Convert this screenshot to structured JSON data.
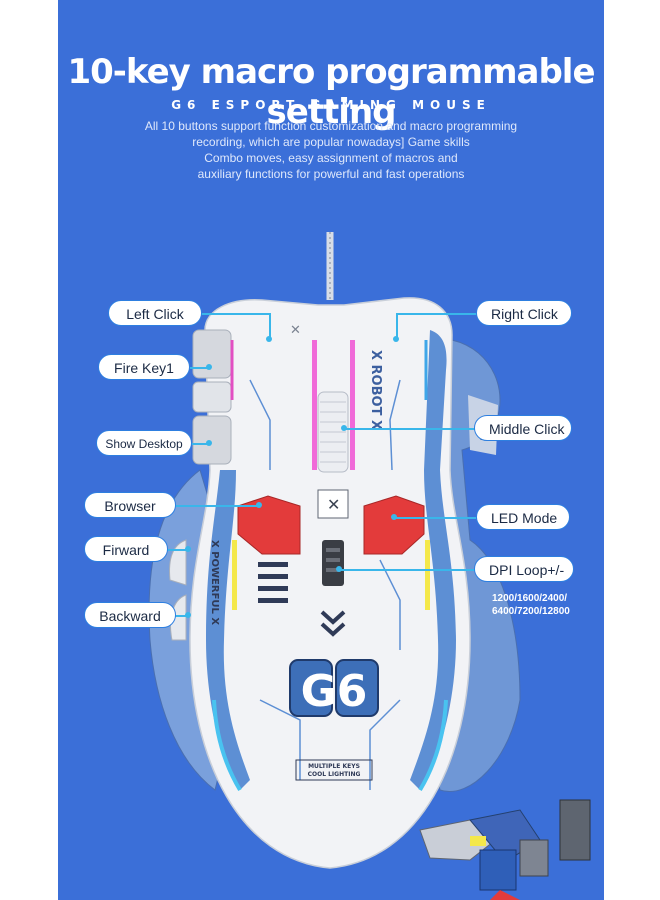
{
  "header": {
    "title": "10-key macro programmable setting",
    "subtitle": "G6 ESPORT GAMING MOUSE",
    "description_lines": [
      "All 10 buttons support function customization and macro programming",
      "recording, which are popular nowadays] Game skills",
      "Combo moves, easy assignment of macros and",
      "auxiliary functions for powerful and fast operations"
    ]
  },
  "callouts": {
    "left_click": "Left Click",
    "fire_key": "Fire Key1",
    "show_desktop": "Show Desktop",
    "browser": "Browser",
    "forward": "Firward",
    "backward": "Backward",
    "right_click": "Right Click",
    "middle_click": "Middle Click",
    "led_mode": "LED Mode",
    "dpi_loop": "DPI Loop+/-"
  },
  "dpi_values": {
    "line1": "1200/1600/2400/",
    "line2": "6400/7200/12800"
  },
  "mouse_print": {
    "robot_label": "X ROBOT X",
    "power_label": "X POWERFUL X",
    "model_logo": "G6",
    "keys_text_1": "MULTIPLE KEYS",
    "keys_text_2": "COOL LIGHTING"
  },
  "colors": {
    "background_panel": "#3b6fd8",
    "mouse_white": "#f2f3f6",
    "accent_blue": "#4f86c9",
    "accent_red": "#e33b3b",
    "rgb_pink": "#f06ad8",
    "rgb_yellow": "#f4e84a",
    "leader_line": "#39b6ea"
  }
}
